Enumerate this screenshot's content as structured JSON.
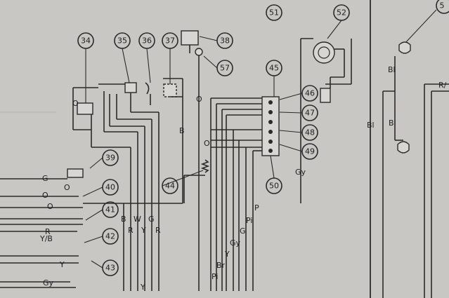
{
  "diagram": {
    "callouts": [
      "51",
      "52",
      "34",
      "35",
      "36",
      "37",
      "38",
      "57",
      "45",
      "46",
      "47",
      "48",
      "49",
      "50",
      "39",
      "40",
      "41",
      "42",
      "43",
      "44",
      "5"
    ],
    "wire_labels": {
      "o_34": "O",
      "b_37": "B",
      "o_57": "O",
      "o_mid": "O",
      "bl_a": "Bl",
      "bl_b": "Bl",
      "bl_c": "Bl",
      "r_slash": "R/",
      "g_39": "G",
      "o_39": "O",
      "o_40a": "O",
      "o_40b": "O",
      "r_41": "R",
      "yb_42": "Y/B",
      "y_42": "Y",
      "gy_43": "Gy",
      "gy_right": "Gy",
      "b_col": "B",
      "r_col": "R",
      "w_col": "W",
      "y_col": "Y",
      "g_col": "G",
      "r_col2": "R",
      "y_bottom": "Y",
      "p_v": "P",
      "pi_v": "Pi",
      "g_v": "G",
      "gy_v": "Gy",
      "y_v": "Y",
      "br_v": "Br",
      "pi_v2": "Pi"
    }
  }
}
